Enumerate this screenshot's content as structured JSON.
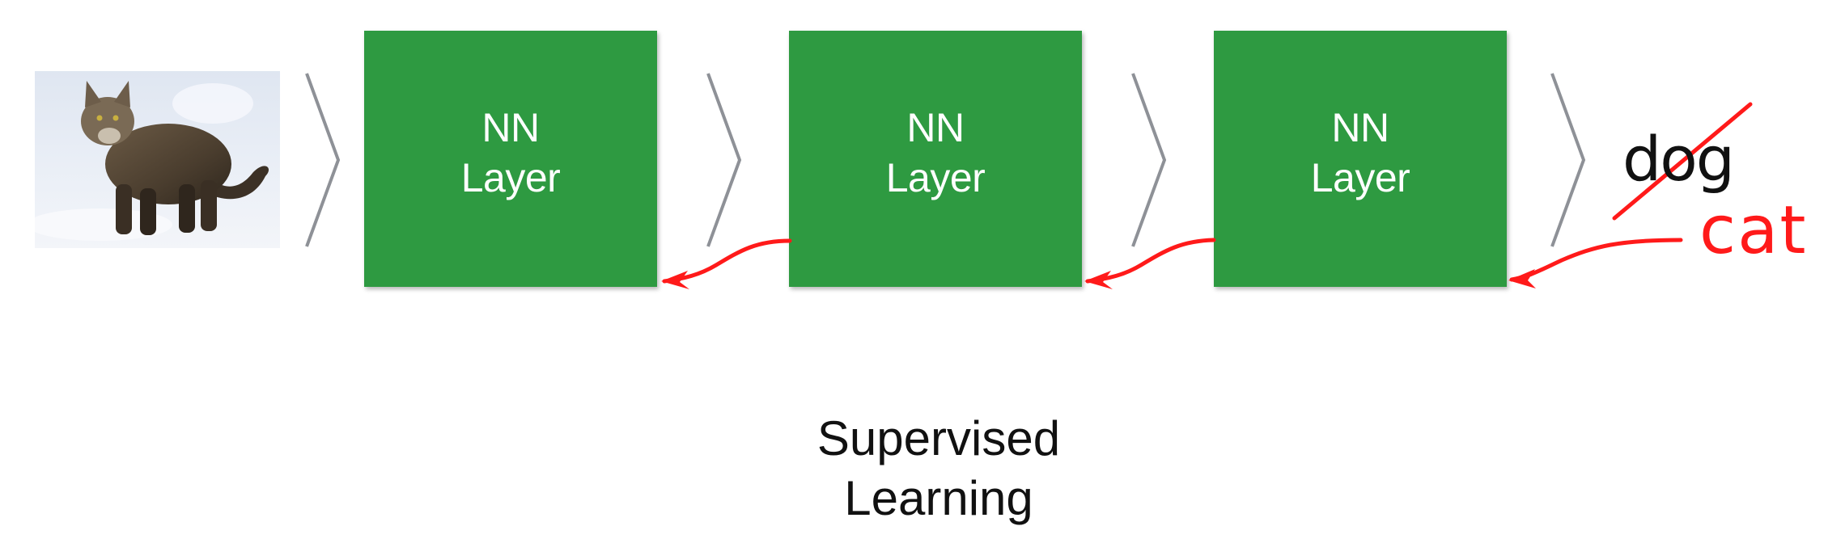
{
  "diagram": {
    "input_image": {
      "description": "tabby cat standing in snow",
      "icon": "cat-photo"
    },
    "layers": [
      {
        "line1": "NN",
        "line2": "Layer"
      },
      {
        "line1": "NN",
        "line2": "Layer"
      },
      {
        "line1": "NN",
        "line2": "Layer"
      }
    ],
    "forward_arrows": 4,
    "output": {
      "predicted_label": "dog",
      "predicted_struck_out": true,
      "correct_label": "cat"
    },
    "backward_arrows": 3,
    "caption": {
      "line1": "Supervised",
      "line2": "Learning"
    },
    "colors": {
      "layer_fill": "#2e9a41",
      "layer_text": "#ffffff",
      "forward_arrow": "#8e9197",
      "feedback": "#ff1a1a",
      "text": "#111111"
    }
  }
}
